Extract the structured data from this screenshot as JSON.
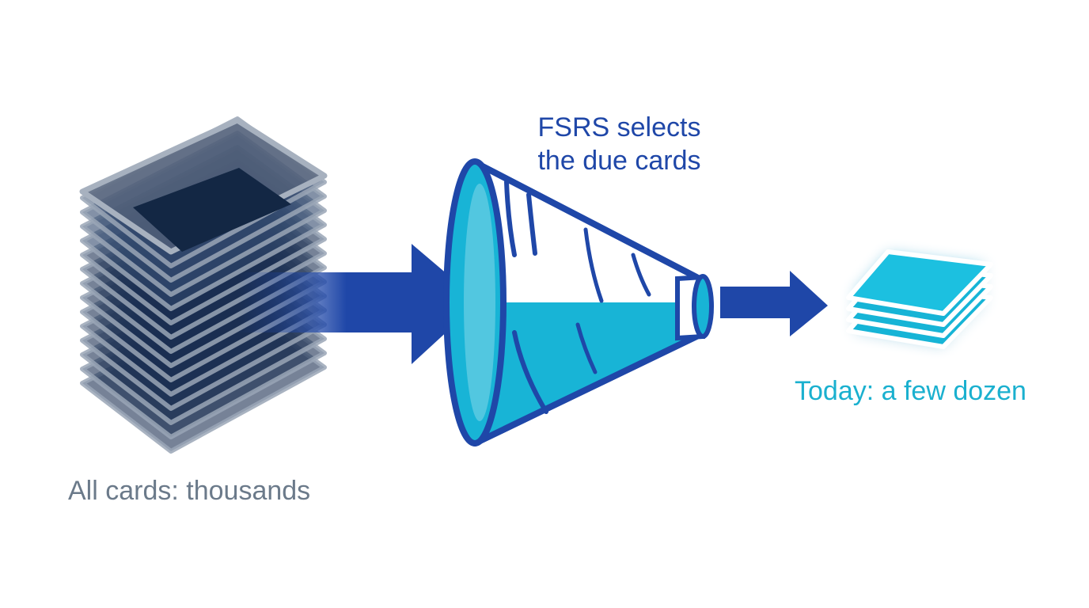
{
  "labels": {
    "source": "All cards: thousands",
    "filter_line1": "FSRS selects",
    "filter_line2": "the due cards",
    "result": "Today: a few dozen"
  },
  "colors": {
    "source_text": "#6b7a8a",
    "filter_text": "#1f47a8",
    "result_text": "#1ab0cf",
    "deck_card_dark": "#1a2f52",
    "arrow_blue": "#1f47a8",
    "funnel_outline": "#1f47a8",
    "funnel_fill": "#18b4d6",
    "result_card": "#18b4d6"
  },
  "icons": {
    "source": "card-stack-icon",
    "filter": "funnel-icon",
    "result": "small-card-stack-icon"
  }
}
